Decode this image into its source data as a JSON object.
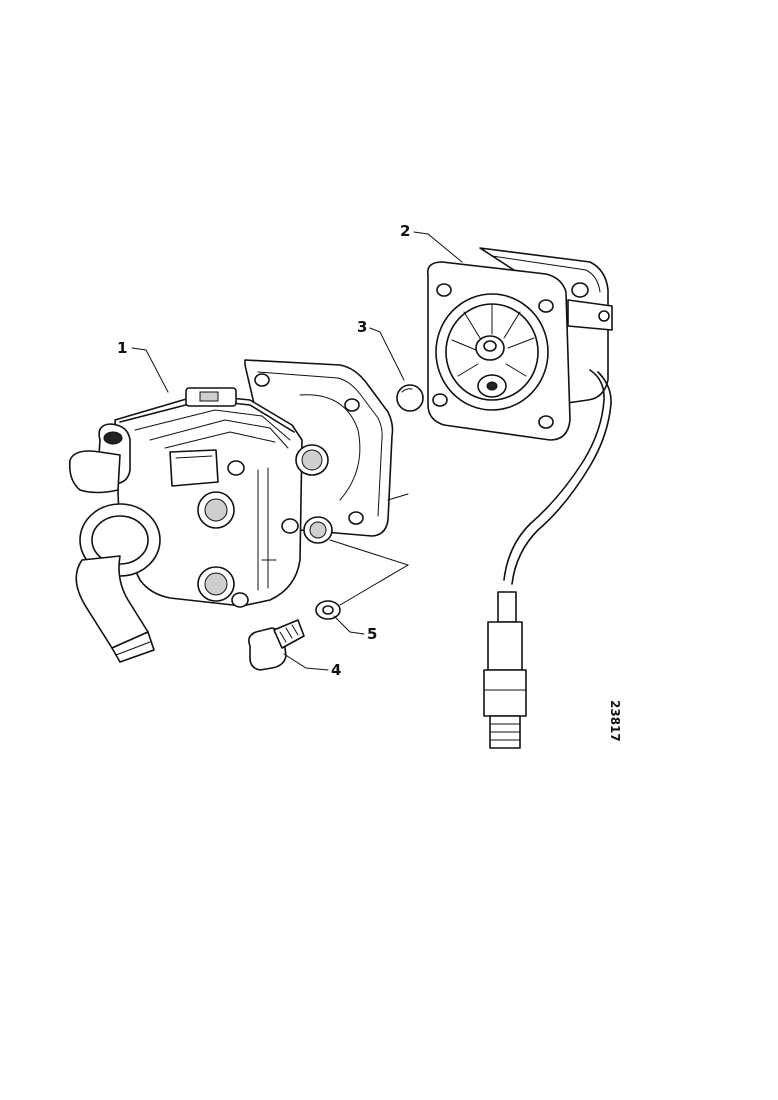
{
  "callouts": [
    {
      "id": "1",
      "label": "1"
    },
    {
      "id": "2",
      "label": "2"
    },
    {
      "id": "3",
      "label": "3"
    },
    {
      "id": "4",
      "label": "4"
    },
    {
      "id": "5",
      "label": "5"
    }
  ],
  "reference_number": "23817",
  "parts": [
    {
      "callout": "1",
      "icon": "power-steering-pump-body-icon"
    },
    {
      "callout": "2",
      "icon": "pump-cover-with-sensor-icon"
    },
    {
      "callout": "3",
      "icon": "ball-icon"
    },
    {
      "callout": "4",
      "icon": "bolt-icon"
    },
    {
      "callout": "5",
      "icon": "washer-icon"
    }
  ]
}
